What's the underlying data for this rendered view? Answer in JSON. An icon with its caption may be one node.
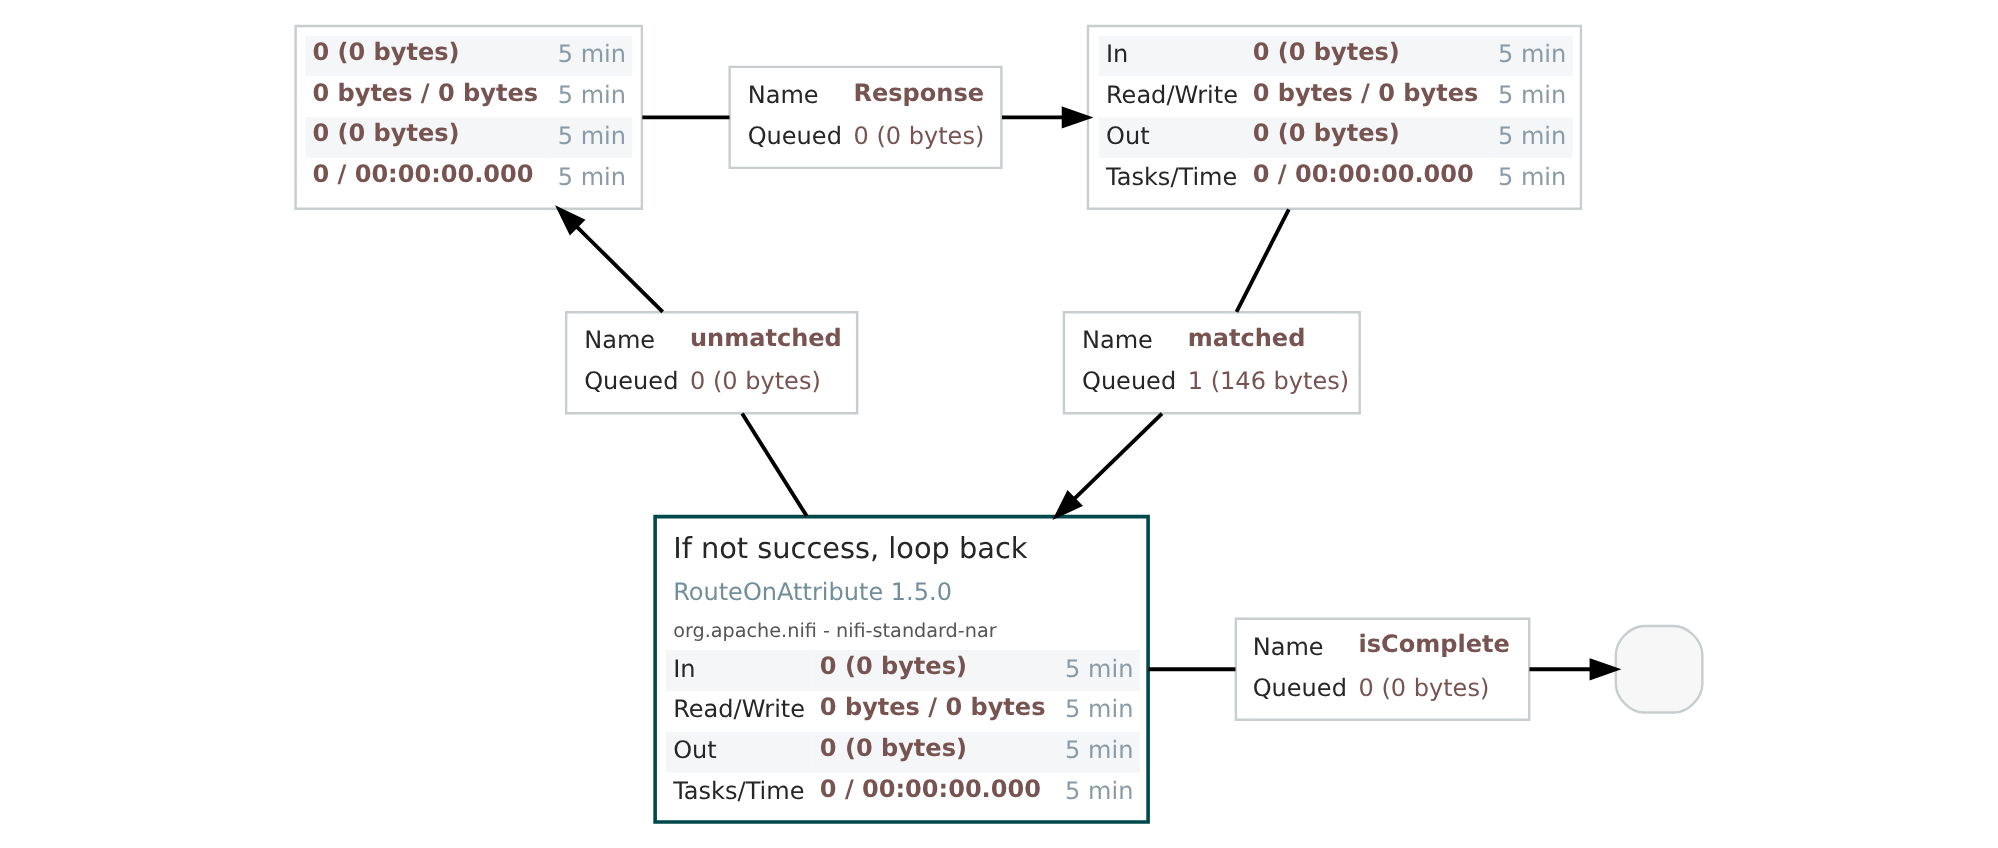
{
  "diagram": {
    "nodes": [
      {
        "text": [
          "0 (0 bytes)",
          "5 min",
          "0 bytes / 0 bytes",
          "5 min",
          "0 (0 bytes)",
          "5 min",
          "0 / 00:00:00.000",
          "5 min"
        ]
      },
      {
        "text": [
          "Name",
          "Response",
          "Queued",
          "0 (0 bytes)"
        ]
      },
      {
        "text": [
          "In",
          "0 (0 bytes)",
          "5 min",
          "Read/Write",
          "0 bytes / 0 bytes",
          "5 min",
          "Out",
          "0 (0 bytes)",
          "5 min",
          "Tasks/Time",
          "0 / 00:00:00.000",
          "5 min"
        ]
      },
      {
        "text": [
          "Name",
          "unmatched",
          "Queued",
          "0 (0 bytes)"
        ]
      },
      {
        "text": [
          "Name",
          "matched",
          "Queued",
          "1 (146 bytes)"
        ]
      },
      {
        "text": [
          "If not success, loop back",
          "RouteOnAttribute 1.5.0",
          "org.apache.nifi - nifi-standard-nar",
          "In",
          "0 (0 bytes)",
          "5 min",
          "Read/Write",
          "0 bytes / 0 bytes",
          "5 min",
          "Out",
          "0 (0 bytes)",
          "5 min",
          "Tasks/Time",
          "0 / 00:00:00.000",
          "5 min"
        ]
      },
      {
        "text": [
          "Name",
          "isComplete",
          "Queued",
          "0 (0 bytes)"
        ]
      },
      {
        "text": [],
        "shape": "box"
      }
    ],
    "edges": [
      {
        "from": 0,
        "to": 1,
        "arrow": "none"
      },
      {
        "from": 1,
        "to": 2,
        "arrow": "to"
      },
      {
        "from": 5,
        "to": 3,
        "arrow": "none"
      },
      {
        "from": 3,
        "to": 0,
        "arrow": "to"
      },
      {
        "from": 2,
        "to": 4,
        "arrow": "none"
      },
      {
        "from": 4,
        "to": 5,
        "arrow": "to"
      },
      {
        "from": 5,
        "to": 6,
        "arrow": "none"
      },
      {
        "from": 6,
        "to": 7,
        "arrow": "to"
      }
    ]
  }
}
